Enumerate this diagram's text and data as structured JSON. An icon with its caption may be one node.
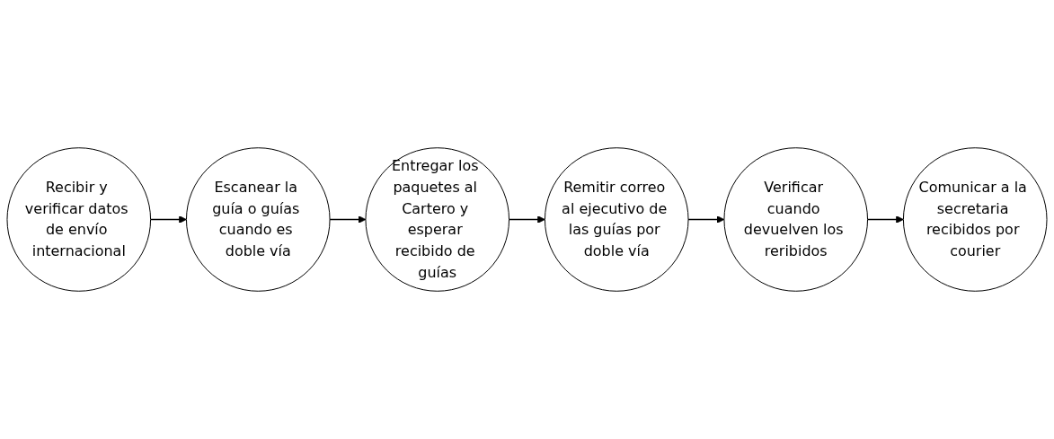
{
  "diagram": {
    "nodes": [
      {
        "text": [
          "Recibir y verificar datos de envío internacional"
        ]
      },
      {
        "text": [
          "Escanear la guía o guías cuando es doble vía"
        ]
      },
      {
        "text": [
          "Entregar los paquetes al Cartero y esperar recibido de guías"
        ]
      },
      {
        "text": [
          "Remitir correo al ejecutivo de las guías por doble vía"
        ]
      },
      {
        "text": [
          "Verificar cuando devuelven los reribidos"
        ]
      },
      {
        "text": [
          "Comunicar a la secretaria recibidos por courier"
        ]
      }
    ],
    "edges": [
      {
        "from": 0,
        "to": 1,
        "arrow": "to"
      },
      {
        "from": 1,
        "to": 2,
        "arrow": "to"
      },
      {
        "from": 2,
        "to": 3,
        "arrow": "to"
      },
      {
        "from": 3,
        "to": 4,
        "arrow": "to"
      },
      {
        "from": 4,
        "to": 5,
        "arrow": "to"
      }
    ]
  }
}
